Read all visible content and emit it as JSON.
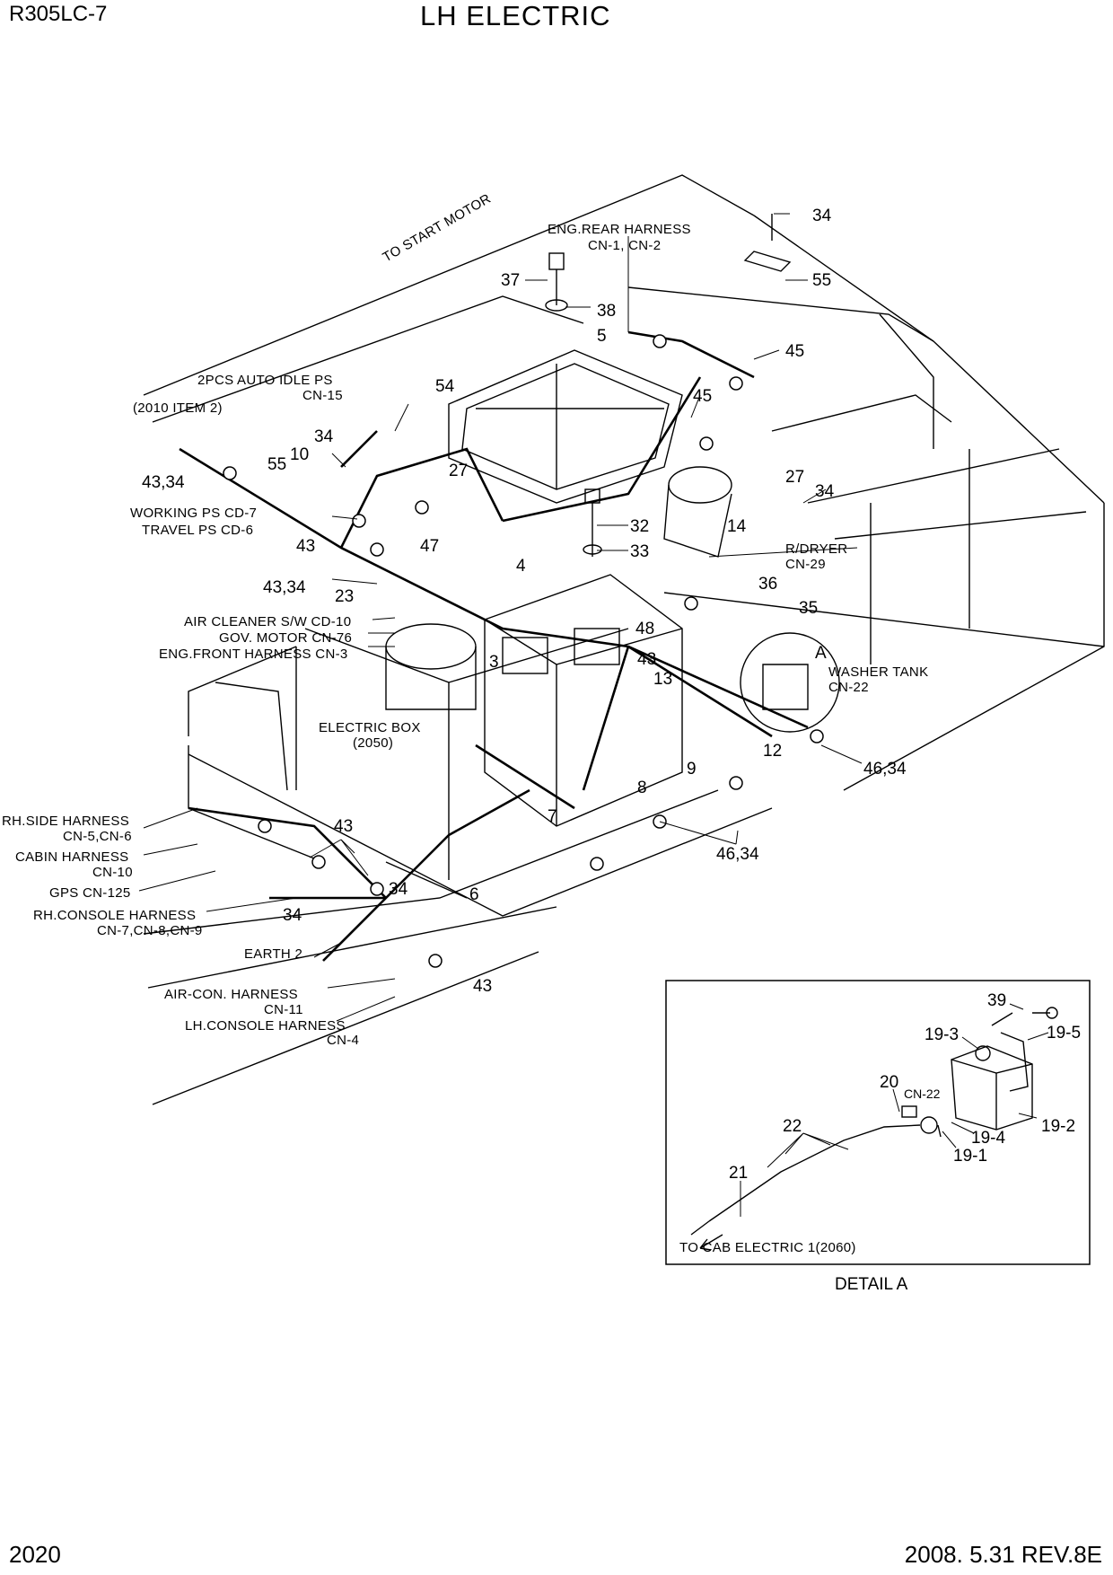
{
  "header": {
    "model": "R305LC-7",
    "title": "LH ELECTRIC"
  },
  "footer": {
    "page_number": "2020",
    "date_revision": "2008. 5.31  REV.8E"
  },
  "labels": {
    "to_start_motor": "TO START MOTOR",
    "eng_rear_harness": "ENG.REAR HARNESS",
    "eng_rear_cn": "CN-1, CN-2",
    "auto_idle_ps": "2PCS AUTO IDLE PS",
    "auto_idle_cn": "CN-15",
    "item_2010": "(2010 ITEM 2)",
    "working_ps": "WORKING PS CD-7",
    "travel_ps": "TRAVEL PS CD-6",
    "air_cleaner": "AIR CLEANER S/W CD-10",
    "gov_motor": "GOV. MOTOR CN-76",
    "eng_front_harness": "ENG.FRONT HARNESS CN-3",
    "r_dryer": "R/DRYER",
    "r_dryer_cn": "CN-29",
    "washer_tank": "WASHER TANK",
    "washer_cn": "CN-22",
    "detail_a_marker": "A",
    "electric_box": "ELECTRIC BOX",
    "electric_box_ref": "(2050)",
    "rh_side_harness": "RH.SIDE HARNESS",
    "rh_side_cn": "CN-5,CN-6",
    "cabin_harness": "CABIN HARNESS",
    "cabin_cn": "CN-10",
    "gps": "GPS CN-125",
    "rh_console": "RH.CONSOLE HARNESS",
    "rh_console_cn": "CN-7,CN-8,CN-9",
    "earth2": "EARTH 2",
    "aircon_harness": "AIR-CON. HARNESS",
    "aircon_cn": "CN-11",
    "lh_console": "LH.CONSOLE HARNESS",
    "lh_console_cn": "CN-4"
  },
  "part_callouts": {
    "p34a": "34",
    "p55a": "55",
    "p37": "37",
    "p38": "38",
    "p5": "5",
    "p45a": "45",
    "p45b": "45",
    "p54": "54",
    "p34b": "34",
    "p10": "10",
    "p55b": "55",
    "p4334a": "43,34",
    "p27a": "27",
    "p27b": "27",
    "p34c": "34",
    "p14": "14",
    "p32": "32",
    "p33": "33",
    "p43a": "43",
    "p47": "47",
    "p4334b": "43,34",
    "p4": "4",
    "p23": "23",
    "p36": "36",
    "p35": "35",
    "p48": "48",
    "p43b": "43",
    "p13": "13",
    "p3": "3",
    "p12": "12",
    "p9": "9",
    "p8": "8",
    "p7": "7",
    "p4634a": "46,34",
    "p4634b": "46,34",
    "p43c": "43",
    "p34d": "34",
    "p6": "6",
    "p34e": "34",
    "p43d": "43"
  },
  "detail": {
    "title": "DETAIL  A",
    "to_cab": "TO CAB ELECTRIC 1(2060)",
    "cn22": "CN-22",
    "p39": "39",
    "p19_3": "19-3",
    "p19_5": "19-5",
    "p20": "20",
    "p22": "22",
    "p19_2": "19-2",
    "p19_4": "19-4",
    "p19_1": "19-1",
    "p21": "21"
  }
}
